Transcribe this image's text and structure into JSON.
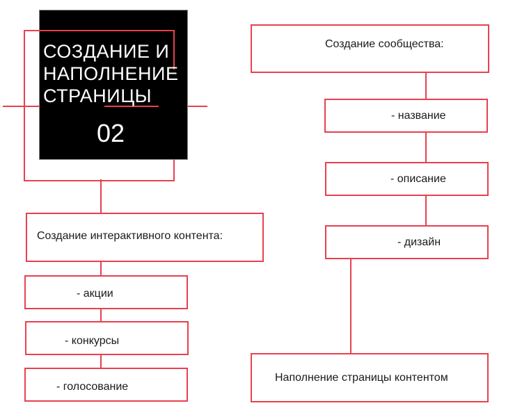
{
  "title_block": {
    "title": "СОЗДАНИЕ И\nНАПОЛНЕНИЕ\nСТРАНИЦЫ",
    "number": "02"
  },
  "left_branch": {
    "heading": "Создание интерактивного контента:",
    "items": [
      "- акции",
      "- конкурсы",
      "- голосование"
    ]
  },
  "right_branch": {
    "heading": "Создание сообщества:",
    "items": [
      "- название",
      "- описание",
      "- дизайн"
    ],
    "final": "Наполнение страницы контентом"
  },
  "colors": {
    "accent": "#e8404f",
    "title_bg": "#000000",
    "title_text": "#ffffff"
  }
}
